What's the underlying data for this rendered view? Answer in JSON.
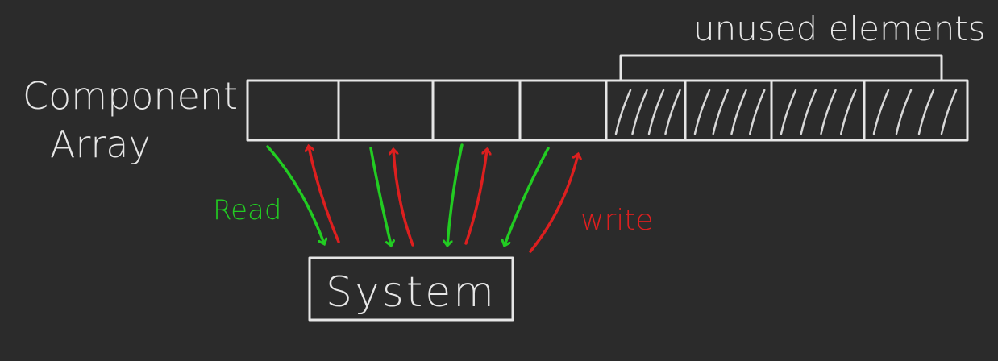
{
  "labels": {
    "array_line1": "Component",
    "array_line2": "Array",
    "unused": "unused elements",
    "read": "Read",
    "write": "write",
    "system": "System"
  },
  "array": {
    "used_cells": 4,
    "unused_cells": 4
  },
  "colors": {
    "background": "#2b2b2b",
    "ink": "#e6e6e6",
    "read": "#22cc22",
    "write": "#dd1f1f"
  }
}
